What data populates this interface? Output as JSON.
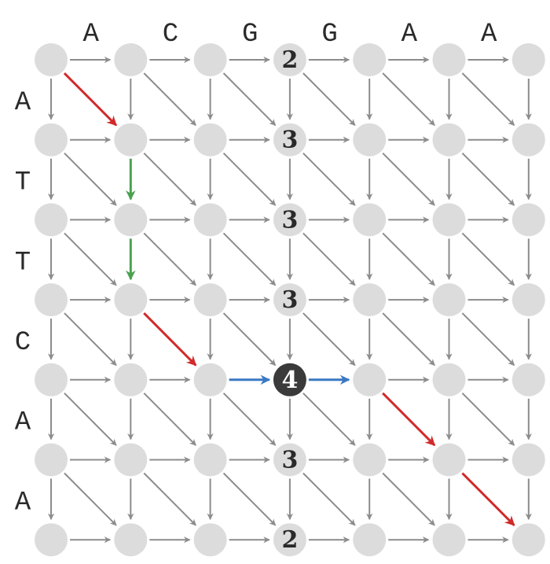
{
  "top_sequence": [
    "A",
    "C",
    "G",
    "G",
    "A",
    "A"
  ],
  "left_sequence": [
    "A",
    "T",
    "T",
    "C",
    "A",
    "A"
  ],
  "highlight_column": 3,
  "column_values": [
    {
      "row": 0,
      "value": "2"
    },
    {
      "row": 1,
      "value": "3"
    },
    {
      "row": 2,
      "value": "3"
    },
    {
      "row": 3,
      "value": "3"
    },
    {
      "row": 4,
      "value": "4",
      "emphasis": true
    },
    {
      "row": 5,
      "value": "3"
    },
    {
      "row": 6,
      "value": "2"
    }
  ],
  "highlighted_edges": [
    {
      "from": [
        0,
        0
      ],
      "to": [
        1,
        1
      ],
      "color": "red"
    },
    {
      "from": [
        1,
        1
      ],
      "to": [
        2,
        1
      ],
      "color": "green"
    },
    {
      "from": [
        2,
        1
      ],
      "to": [
        3,
        1
      ],
      "color": "green"
    },
    {
      "from": [
        3,
        1
      ],
      "to": [
        4,
        2
      ],
      "color": "red"
    },
    {
      "from": [
        4,
        2
      ],
      "to": [
        4,
        3
      ],
      "color": "blue"
    },
    {
      "from": [
        4,
        3
      ],
      "to": [
        4,
        4
      ],
      "color": "blue"
    },
    {
      "from": [
        4,
        4
      ],
      "to": [
        5,
        5
      ],
      "color": "red"
    },
    {
      "from": [
        5,
        5
      ],
      "to": [
        6,
        6
      ],
      "color": "red"
    }
  ],
  "colors": {
    "node": "#dcdcdc",
    "node_emphasis": "#3a3a3a",
    "edge": "#8c8c8c",
    "red": "#d12a2a",
    "green": "#4aa14f",
    "blue": "#3a78c4",
    "text": "#2a2a2a",
    "text_emphasis": "#ffffff"
  }
}
